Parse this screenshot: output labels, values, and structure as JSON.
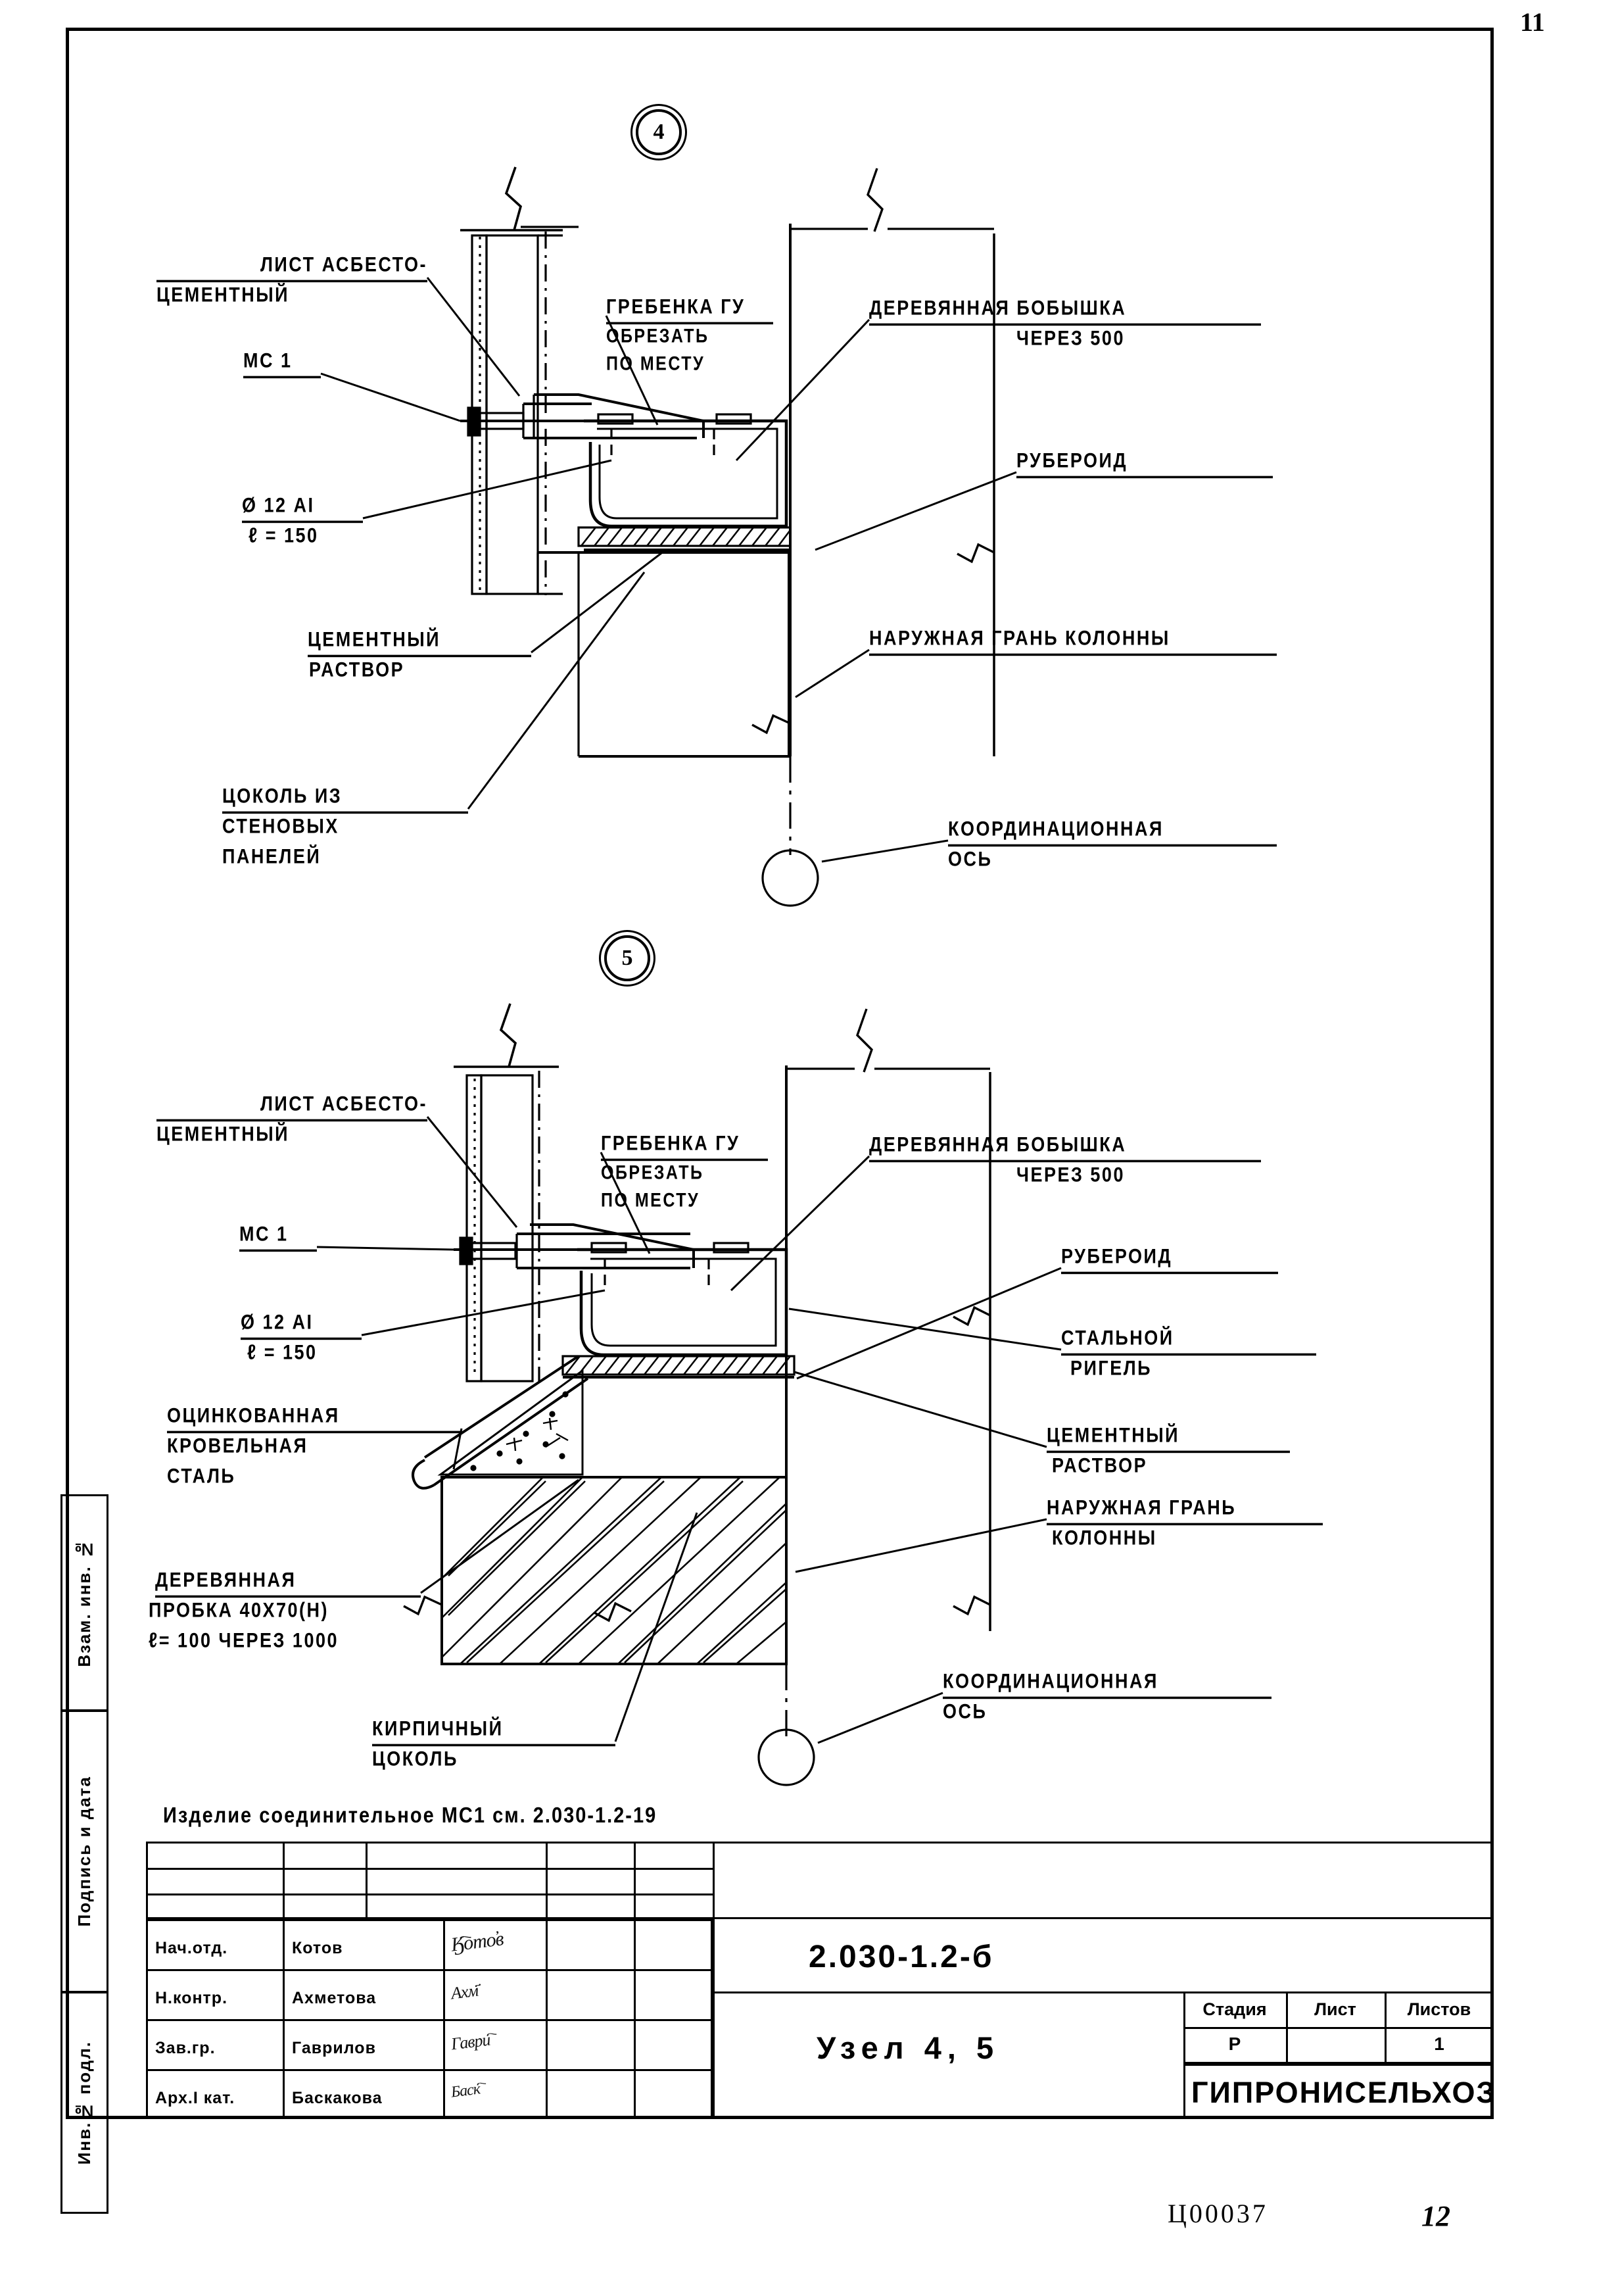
{
  "page": {
    "sheet_number_top": "11",
    "bottom_code": "Ц00037",
    "bottom_hand_number": "12"
  },
  "details": [
    {
      "bubble": "4",
      "labels": {
        "asbestos_sheet_l1": "Лист асбесто-",
        "asbestos_sheet_l2": "цементный",
        "mc1": "МС 1",
        "rebar_l1": "Ø 12 АI",
        "rebar_l2": "ℓ = 150",
        "cement_mortar_l1": "Цементный",
        "cement_mortar_l2": "раствор",
        "plinth_l1": "Цоколь из",
        "plinth_l2": "стеновых",
        "plinth_l3": "панелей",
        "comb_l1": "Гребенка ГУ",
        "comb_l2": "обрезать",
        "comb_l3": "по месту",
        "wood_block_l1": "Деревянная бобышка",
        "wood_block_l2": "через 500",
        "ruberoid": "Рубероид",
        "column_face": "Наружная грань колонны",
        "axis_l1": "Координационная",
        "axis_l2": "ось"
      }
    },
    {
      "bubble": "5",
      "labels": {
        "asbestos_sheet_l1": "Лист асбесто-",
        "asbestos_sheet_l2": "цементный",
        "mc1": "МС 1",
        "rebar_l1": "Ø 12 АI",
        "rebar_l2": "ℓ = 150",
        "galv_steel_l1": "Оцинкованная",
        "galv_steel_l2": "кровельная",
        "galv_steel_l3": "сталь",
        "wood_plug_l1": "Деревянная",
        "wood_plug_l2": "пробка 40х70(h)",
        "wood_plug_l3": "ℓ= 100  через 1000",
        "brick_plinth_l1": "Кирпичный",
        "brick_plinth_l2": "цоколь",
        "comb_l1": "Гребенка ГУ",
        "comb_l2": "обрезать",
        "comb_l3": "по месту",
        "wood_block_l1": "Деревянная бобышка",
        "wood_block_l2": "через 500",
        "ruberoid": "Рубероид",
        "steel_beam_l1": "Стальной",
        "steel_beam_l2": "ригель",
        "cement_mortar_l1": "Цементный",
        "cement_mortar_l2": "раствор",
        "column_face_l1": "Наружная грань",
        "column_face_l2": "колонны",
        "axis_l1": "Координационная",
        "axis_l2": "ось"
      }
    }
  ],
  "note": "Изделие соединительное МС1 см. 2.030-1.2-19",
  "side_stamp": {
    "items": [
      "Взам. инв. №",
      "Подпись и дата",
      "Инв.№ подл."
    ]
  },
  "title_block": {
    "roles": [
      {
        "role": "Нач.отд.",
        "name": "Котов"
      },
      {
        "role": "Н.контр.",
        "name": "Ахметова"
      },
      {
        "role": "Зав.гр.",
        "name": "Гаврилов"
      },
      {
        "role": "Арх.I кат.",
        "name": "Баскакова"
      }
    ],
    "drawing_title": "Узел 4, 5",
    "document_code": "2.030-1.2-б",
    "stage_header": "Стадия",
    "sheet_header": "Лист",
    "sheets_header": "Листов",
    "stage_value": "Р",
    "sheet_value": "",
    "sheets_value": "1",
    "organization": "ГИПРОНИСЕЛЬХОЗ"
  }
}
